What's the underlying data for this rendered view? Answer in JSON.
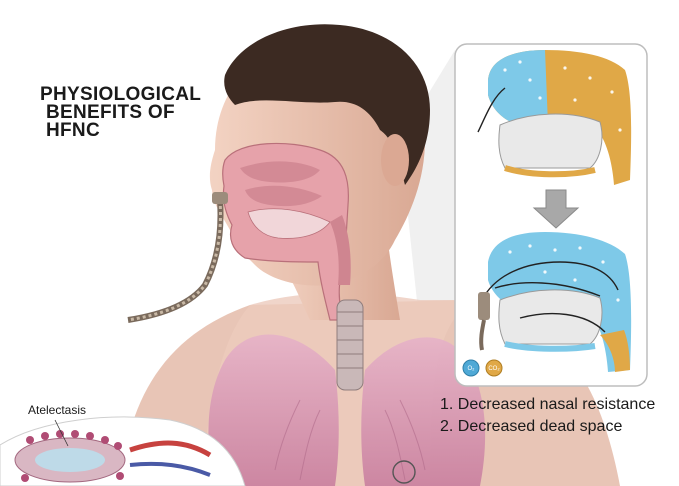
{
  "title": {
    "lines": [
      "PHYSIOLOGICAL",
      "BENEFITS OF",
      "HFNC"
    ]
  },
  "benefits": [
    "1. Decreased nasal resistance",
    "2. Decreased dead space"
  ],
  "labels": {
    "atelectasis": "Atelectasis"
  },
  "legend": {
    "o2": "O₂",
    "co2": "CO₂"
  },
  "colors": {
    "oxygen": "#7ec9e8",
    "carbon_dioxide": "#e0a847",
    "tissue": "#e6a2aa",
    "skin": "#ecc3b2",
    "hair": "#3c2a22",
    "lung": "#dd9eb8",
    "panel_border": "#bdbdbd"
  },
  "icons": [
    "down-arrow-icon",
    "o2-legend-icon",
    "co2-legend-icon"
  ]
}
